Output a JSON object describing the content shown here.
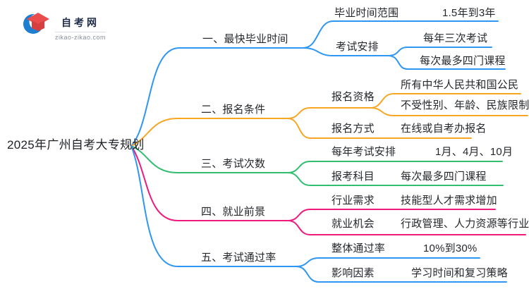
{
  "logo": {
    "site_name": "自考网",
    "site_url": "zikao-zikao.com",
    "brand_blue": "#1e7fd0",
    "cap_red": "#e84a4a"
  },
  "palette": {
    "blue": "#2e96f3",
    "orange": "#f7a623",
    "green": "#32be70",
    "pink": "#ef1a7b",
    "text": "#25282c"
  },
  "mindmap": {
    "root": "2025年广州自考大专规划",
    "branches": [
      {
        "label": "一、最快毕业时间",
        "color": "#2e96f3",
        "children": [
          {
            "label": "毕业时间范围",
            "children": [
              {
                "label": "1.5年到3年"
              }
            ]
          },
          {
            "label": "考试安排",
            "children": [
              {
                "label": "每年三次考试"
              },
              {
                "label": "每次最多四门课程"
              }
            ]
          }
        ]
      },
      {
        "label": "二、报名条件",
        "color": "#f7a623",
        "children": [
          {
            "label": "报名资格",
            "children": [
              {
                "label": "所有中华人民共和国公民"
              },
              {
                "label": "不受性别、年龄、民族限制"
              }
            ]
          },
          {
            "label": "报名方式",
            "children": [
              {
                "label": "在线或自考办报名"
              }
            ]
          }
        ]
      },
      {
        "label": "三、考试次数",
        "color": "#32be70",
        "children": [
          {
            "label": "每年考试安排",
            "children": [
              {
                "label": "1月、4月、10月"
              }
            ]
          },
          {
            "label": "报考科目",
            "children": [
              {
                "label": "每次最多四门课程"
              }
            ]
          }
        ]
      },
      {
        "label": "四、就业前景",
        "color": "#ef1a7b",
        "children": [
          {
            "label": "行业需求",
            "children": [
              {
                "label": "技能型人才需求增加"
              }
            ]
          },
          {
            "label": "就业机会",
            "children": [
              {
                "label": "行政管理、人力资源等行业"
              }
            ]
          }
        ]
      },
      {
        "label": "五、考试通过率",
        "color": "#2e96f3",
        "children": [
          {
            "label": "整体通过率",
            "children": [
              {
                "label": "10%到30%"
              }
            ]
          },
          {
            "label": "影响因素",
            "children": [
              {
                "label": "学习时间和复习策略"
              }
            ]
          }
        ]
      }
    ]
  }
}
